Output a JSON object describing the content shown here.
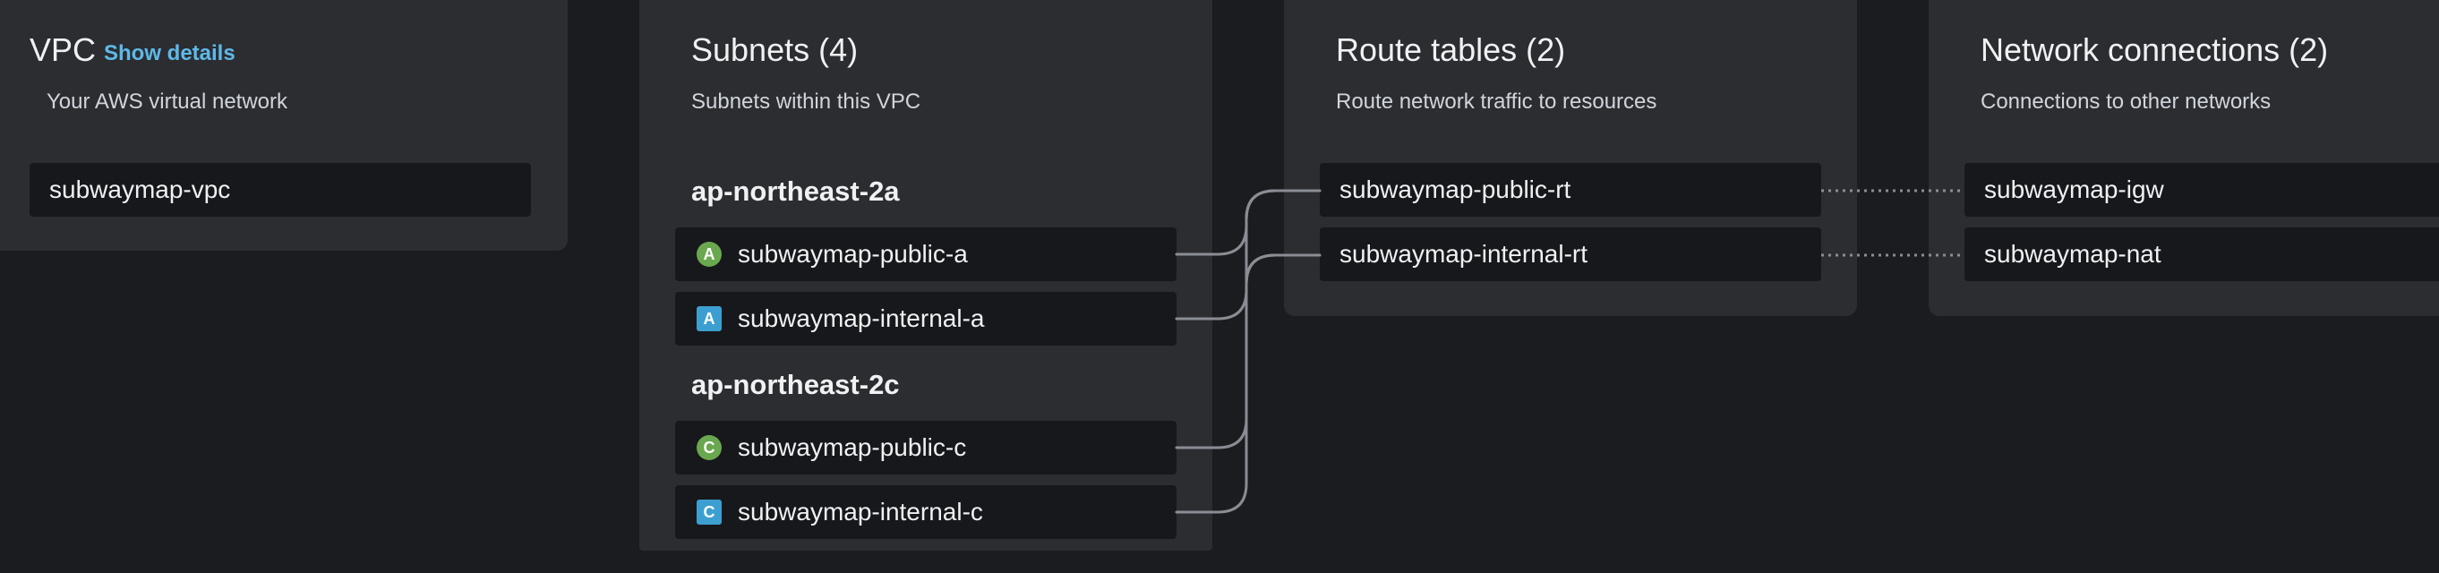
{
  "vpc": {
    "title": "VPC",
    "show_details": "Show details",
    "description": "Your AWS virtual network",
    "name": "subwaymap-vpc"
  },
  "subnets": {
    "title": "Subnets (4)",
    "description": "Subnets within this VPC",
    "zones": [
      {
        "name": "ap-northeast-2a",
        "items": [
          {
            "badge": "A",
            "label": "subwaymap-public-a",
            "kind": "public"
          },
          {
            "badge": "A",
            "label": "subwaymap-internal-a",
            "kind": "internal"
          }
        ]
      },
      {
        "name": "ap-northeast-2c",
        "items": [
          {
            "badge": "C",
            "label": "subwaymap-public-c",
            "kind": "public"
          },
          {
            "badge": "C",
            "label": "subwaymap-internal-c",
            "kind": "internal"
          }
        ]
      }
    ]
  },
  "route_tables": {
    "title": "Route tables (2)",
    "description": "Route network traffic to resources",
    "items": [
      "subwaymap-public-rt",
      "subwaymap-internal-rt"
    ]
  },
  "network_connections": {
    "title": "Network connections (2)",
    "description": "Connections to other networks",
    "items": [
      "subwaymap-igw",
      "subwaymap-nat"
    ]
  },
  "colors": {
    "background": "#1b1c20",
    "panel": "#2b2d31",
    "node": "#17181c",
    "link": "#5fb9e8",
    "public_badge": "#6aa84f",
    "internal_badge": "#3d9fd1",
    "connector": "#8a8d93"
  },
  "icons": {
    "public_subnet": "public-subnet-round-badge-icon",
    "internal_subnet": "internal-subnet-square-badge-icon"
  }
}
